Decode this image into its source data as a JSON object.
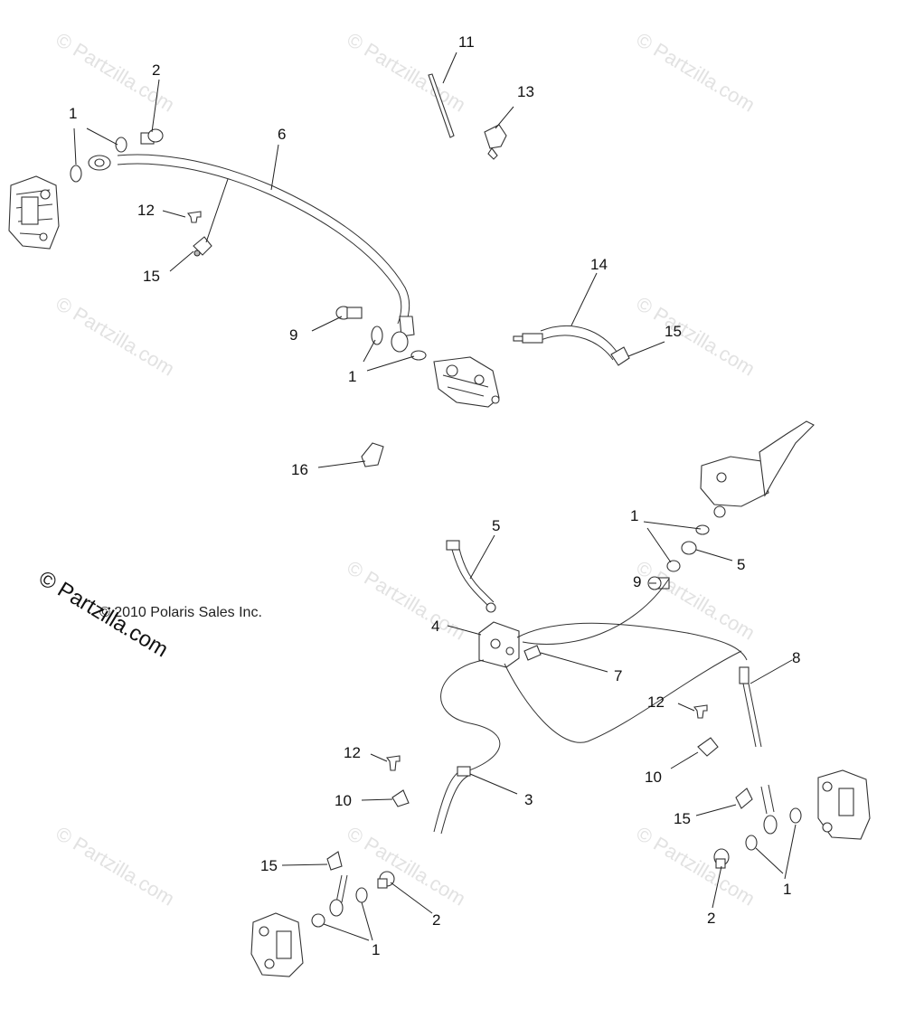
{
  "diagram": {
    "copyright_text": "© 2010  Polaris Sales Inc.",
    "watermark_main": "© Partzilla.com",
    "watermark_faint": "© Partzilla.com",
    "callouts": [
      "11",
      "2",
      "13",
      "1",
      "6",
      "12",
      "15",
      "14",
      "9",
      "1",
      "15",
      "16",
      "5",
      "1",
      "5",
      "9",
      "4",
      "7",
      "8",
      "12",
      "12",
      "10",
      "3",
      "10",
      "15",
      "15",
      "2",
      "1",
      "2",
      "1"
    ]
  }
}
